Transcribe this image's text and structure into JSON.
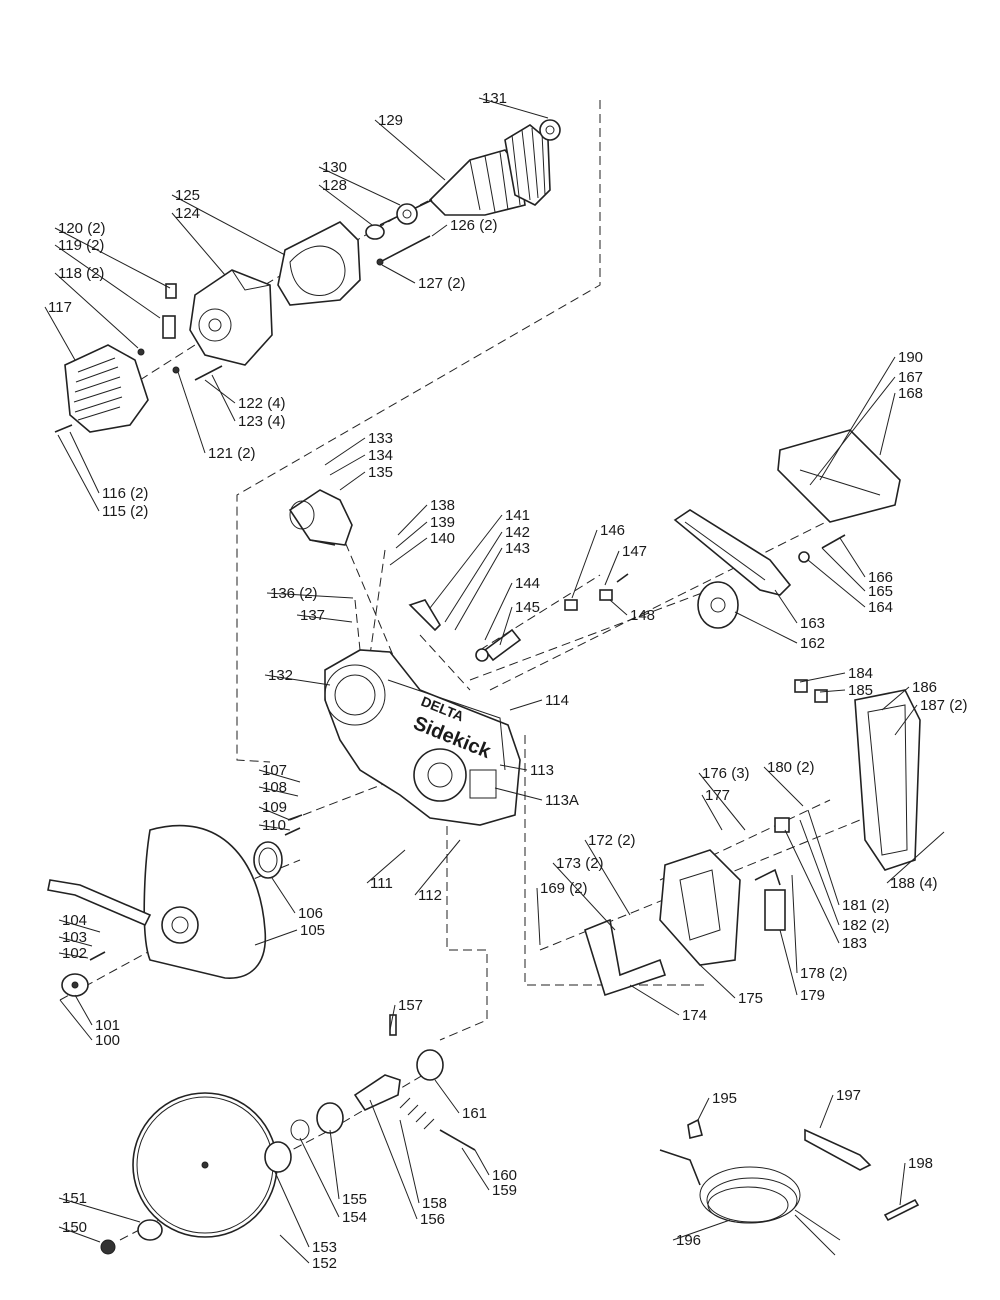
{
  "brand": {
    "logo_text": "DELTA",
    "model_text": "Sidekick"
  },
  "callouts": [
    "100",
    "101",
    "102",
    "103",
    "104",
    "105",
    "106",
    "107",
    "108",
    "109",
    "110",
    "111",
    "112",
    "113",
    "113A",
    "114",
    "115 (2)",
    "116 (2)",
    "117",
    "118 (2)",
    "119 (2)",
    "120 (2)",
    "121 (2)",
    "122 (4)",
    "123 (4)",
    "124",
    "125",
    "126 (2)",
    "127 (2)",
    "128",
    "129",
    "130",
    "131",
    "132",
    "133",
    "134",
    "135",
    "136 (2)",
    "137",
    "138",
    "139",
    "140",
    "141",
    "142",
    "143",
    "144",
    "145",
    "146",
    "147",
    "148",
    "150",
    "151",
    "152",
    "153",
    "154",
    "155",
    "156",
    "157",
    "158",
    "159",
    "160",
    "161",
    "162",
    "163",
    "164",
    "165",
    "166",
    "167",
    "168",
    "169 (2)",
    "172 (2)",
    "173 (2)",
    "174",
    "175",
    "176 (3)",
    "177",
    "178 (2)",
    "179",
    "180 (2)",
    "181 (2)",
    "182 (2)",
    "183",
    "184",
    "185",
    "186",
    "187 (2)",
    "188 (4)",
    "190",
    "195",
    "196",
    "197",
    "198"
  ]
}
